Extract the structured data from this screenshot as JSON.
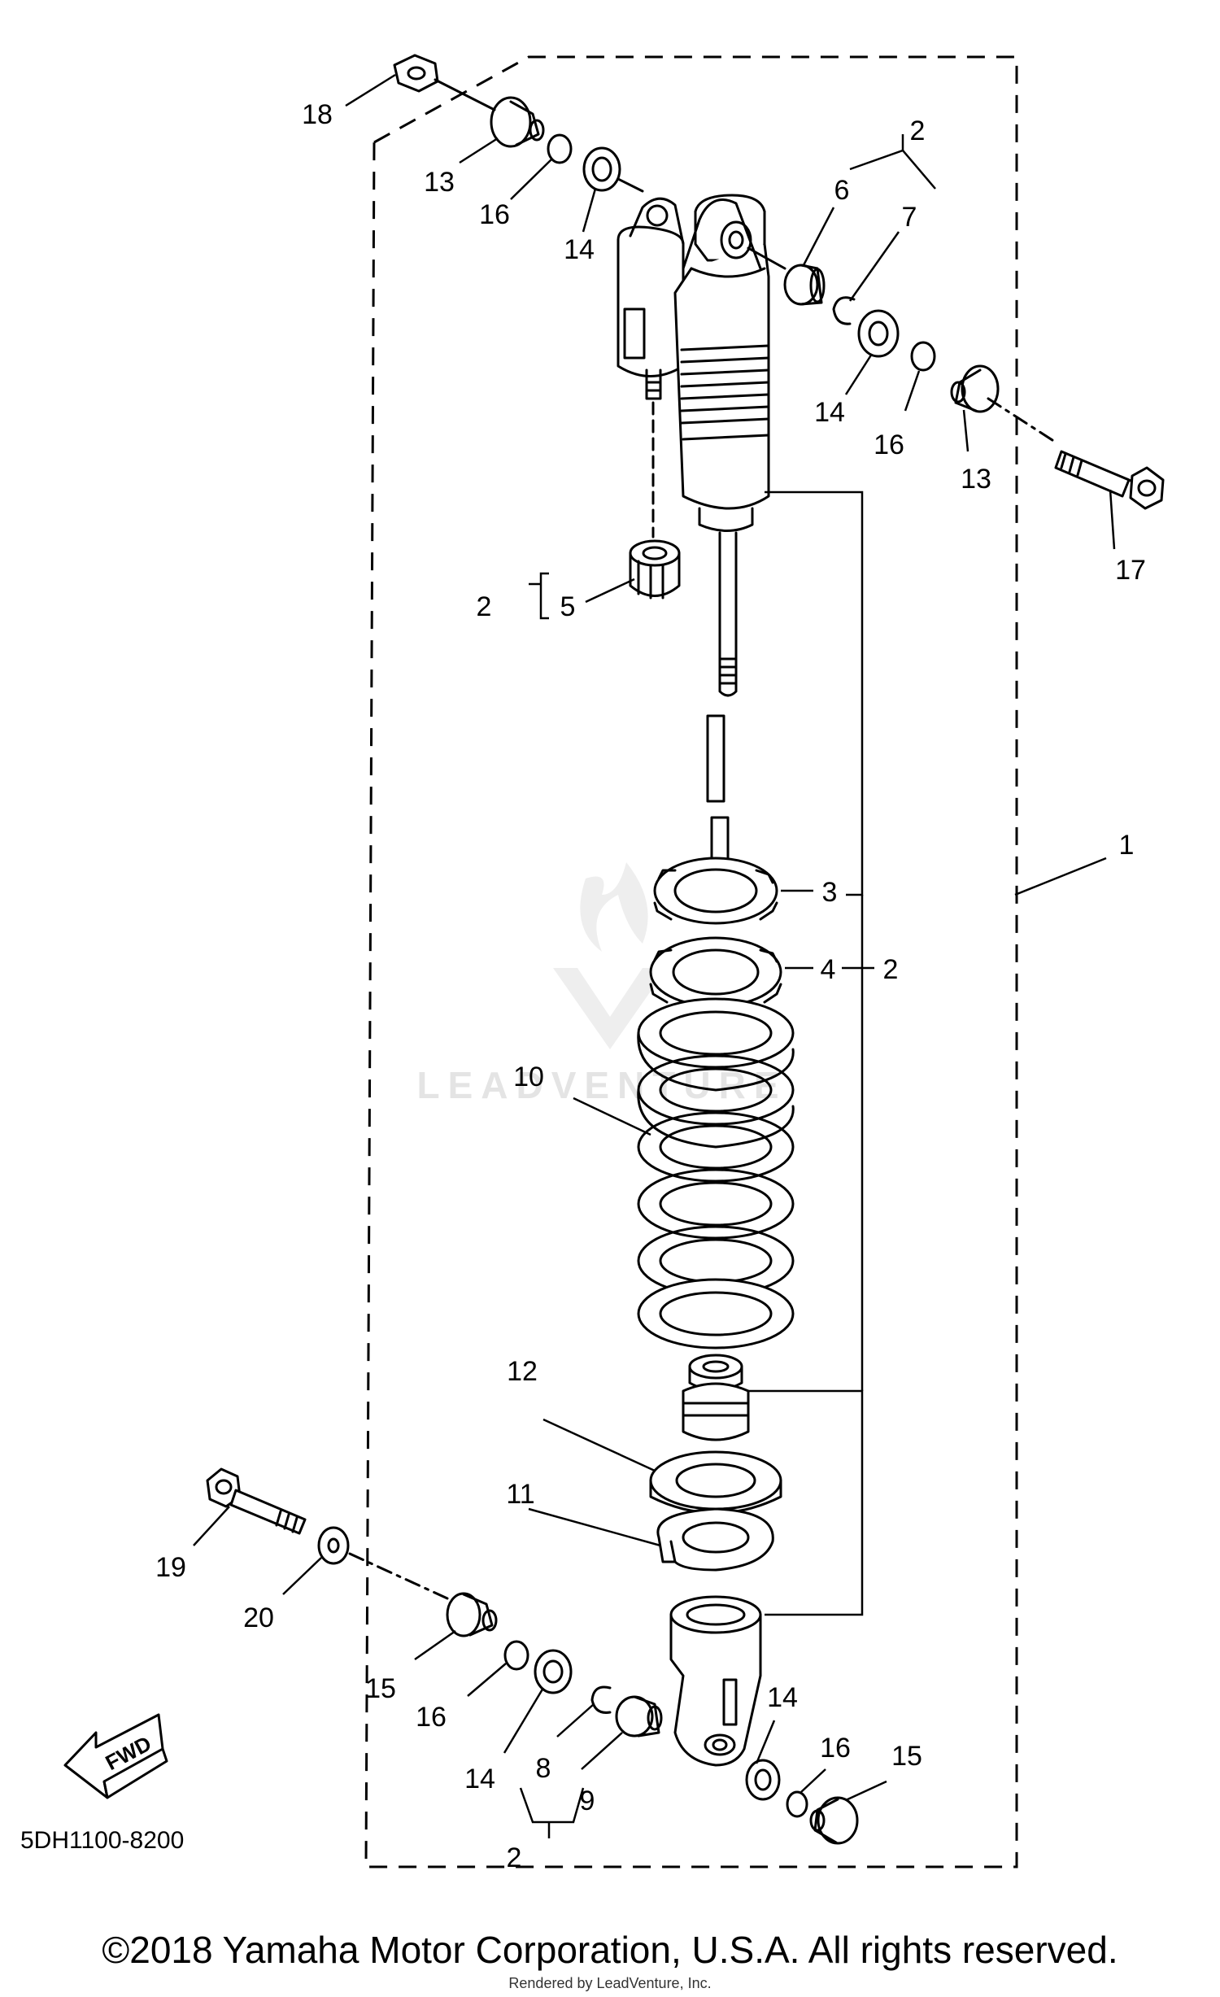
{
  "diagram": {
    "drawing_code": "5DH1100-8200",
    "watermark": "LEADVENTURE",
    "direction_badge": "FWD",
    "callouts": [
      {
        "id": "c18a",
        "text": "18"
      },
      {
        "id": "c13a",
        "text": "13"
      },
      {
        "id": "c16a",
        "text": "16"
      },
      {
        "id": "c14a",
        "text": "14"
      },
      {
        "id": "c2a",
        "text": "2"
      },
      {
        "id": "c6",
        "text": "6"
      },
      {
        "id": "c7",
        "text": "7"
      },
      {
        "id": "c14b",
        "text": "14"
      },
      {
        "id": "c16b",
        "text": "16"
      },
      {
        "id": "c13b",
        "text": "13"
      },
      {
        "id": "c17",
        "text": "17"
      },
      {
        "id": "c2b",
        "text": "2"
      },
      {
        "id": "c5",
        "text": "5"
      },
      {
        "id": "c1",
        "text": "1"
      },
      {
        "id": "c3",
        "text": "3"
      },
      {
        "id": "c4",
        "text": "4"
      },
      {
        "id": "c2c",
        "text": "2"
      },
      {
        "id": "c10",
        "text": "10"
      },
      {
        "id": "c12",
        "text": "12"
      },
      {
        "id": "c11",
        "text": "11"
      },
      {
        "id": "c19",
        "text": "19"
      },
      {
        "id": "c20",
        "text": "20"
      },
      {
        "id": "c15a",
        "text": "15"
      },
      {
        "id": "c16c",
        "text": "16"
      },
      {
        "id": "c14c",
        "text": "14"
      },
      {
        "id": "c8",
        "text": "8"
      },
      {
        "id": "c9",
        "text": "9"
      },
      {
        "id": "c2d",
        "text": "2"
      },
      {
        "id": "c14d",
        "text": "14"
      },
      {
        "id": "c16d",
        "text": "16"
      },
      {
        "id": "c15b",
        "text": "15"
      }
    ]
  },
  "footer": {
    "copyright": "©2018 Yamaha Motor Corporation, U.S.A. All rights reserved.",
    "credit": "Rendered by LeadVenture, Inc."
  }
}
